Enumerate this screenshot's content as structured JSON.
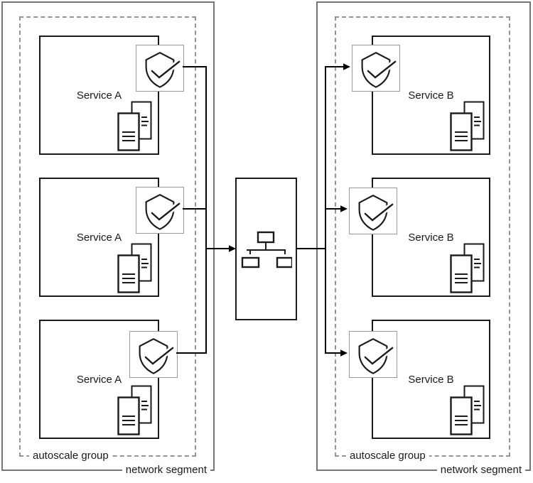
{
  "segments": {
    "left": {
      "network_label": "network segment",
      "autoscale_label": "autoscale group",
      "services": [
        {
          "label": "Service A"
        },
        {
          "label": "Service A"
        },
        {
          "label": "Service A"
        }
      ]
    },
    "right": {
      "network_label": "network segment",
      "autoscale_label": "autoscale group",
      "services": [
        {
          "label": "Service B"
        },
        {
          "label": "Service B"
        },
        {
          "label": "Service B"
        }
      ]
    }
  },
  "center_node": {
    "icon": "network-switch-icon"
  },
  "icons": {
    "shield_check": "shield-check-icon",
    "document": "document-stack-icon",
    "network_switch": "network-switch-icon",
    "arrow": "arrow-right"
  },
  "colors": {
    "line": "#000000",
    "service_border": "#1a1a1a",
    "segment_border": "#757575",
    "autoscale_border": "#949494",
    "shield_box_border": "#9a9a9a",
    "text": "#1a1a1a",
    "background": "#ffffff"
  }
}
